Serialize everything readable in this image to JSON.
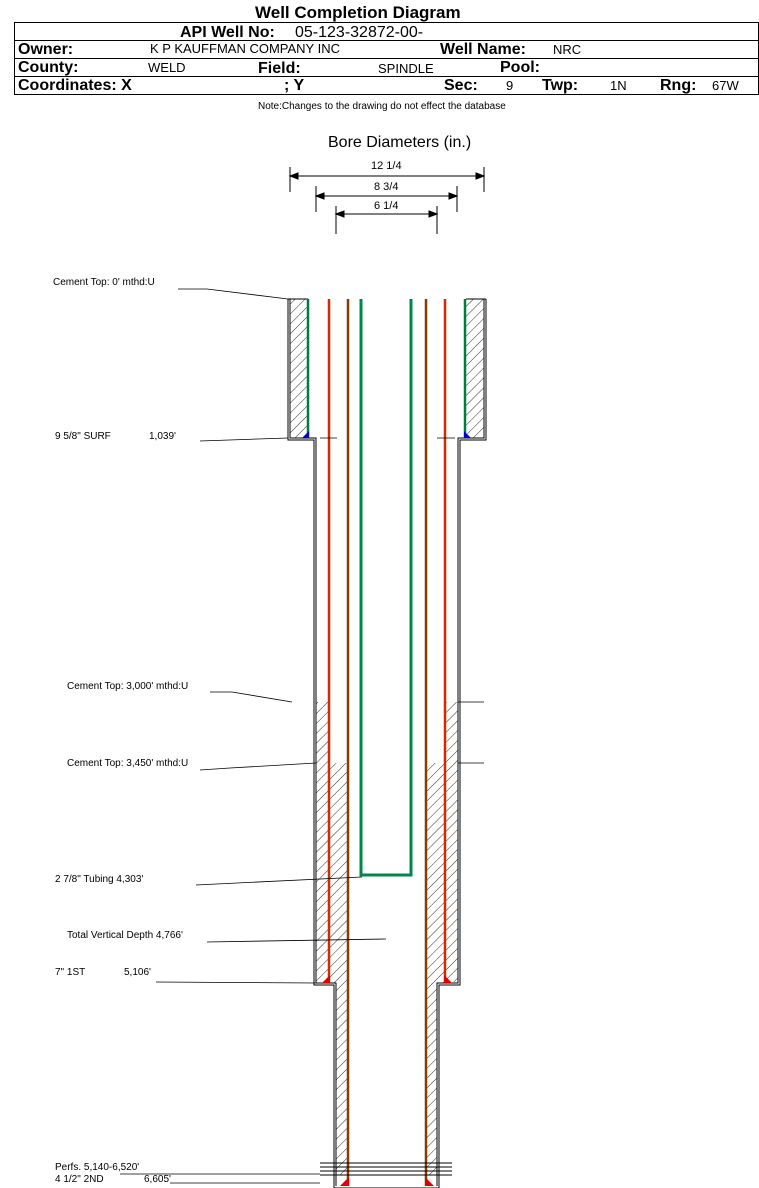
{
  "header": {
    "title": "Well Completion Diagram",
    "api_label": "API Well No:",
    "api_value": "05-123-32872-00-",
    "owner_label": "Owner:",
    "owner_value": "K P KAUFFMAN COMPANY INC",
    "well_name_label": "Well Name:",
    "well_name_value": "NRC",
    "county_label": "County:",
    "county_value": "WELD",
    "field_label": "Field:",
    "field_value": "SPINDLE",
    "pool_label": "Pool:",
    "pool_value": "",
    "coordinates_label": "Coordinates: X",
    "coordinates_y_label": "; Y",
    "sec_label": "Sec:",
    "sec_value": "9",
    "twp_label": "Twp:",
    "twp_value": "1N",
    "rng_label": "Rng:",
    "rng_value": "67W",
    "note": "Note:Changes to the drawing do not effect the database"
  },
  "bore": {
    "title": "Bore Diameters (in.)",
    "diameters": [
      "12 1/4",
      "8 3/4",
      "6 1/4"
    ]
  },
  "annotations": {
    "cement_top_0": "Cement Top: 0' mthd:U",
    "surf_casing_name": "9 5/8\" SURF",
    "surf_casing_depth": "1,039'",
    "cement_top_3000": "Cement Top: 3,000' mthd:U",
    "cement_top_3450": "Cement Top: 3,450' mthd:U",
    "tubing": "2 7/8\" Tubing 4,303'",
    "tvd": "Total Vertical Depth 4,766'",
    "first_casing_name": "7\" 1ST",
    "first_casing_depth": "5,106'",
    "perfs": "Perfs. 5,140-6,520'",
    "second_casing_name": "4 1/2\" 2ND",
    "second_casing_depth": "6,605'"
  },
  "colors": {
    "surface_casing": "#007a3d",
    "tubing": "#00874a",
    "first_casing": "#d42a00",
    "second_casing": "#8b3a00",
    "shoe_blue": "#0000cc",
    "shoe_red": "#e00000"
  }
}
